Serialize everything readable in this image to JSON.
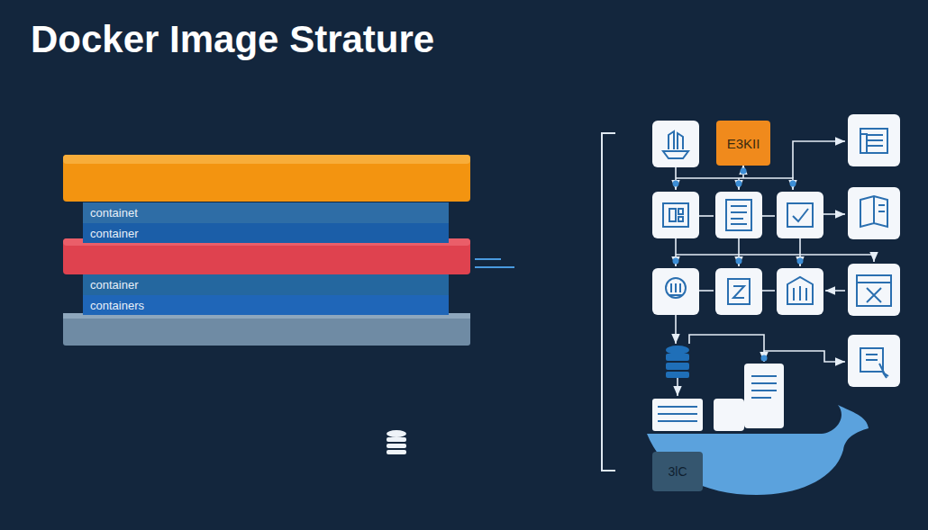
{
  "diagram": {
    "title": "Docker Image Strature",
    "nodes": [
      {
        "text": [
          "containet"
        ]
      },
      {
        "text": [
          "container"
        ]
      },
      {
        "text": [
          "container"
        ]
      },
      {
        "text": [
          "containers"
        ]
      },
      {
        "text": [
          "E3KII"
        ]
      },
      {
        "text": [
          "3lC"
        ]
      }
    ]
  }
}
